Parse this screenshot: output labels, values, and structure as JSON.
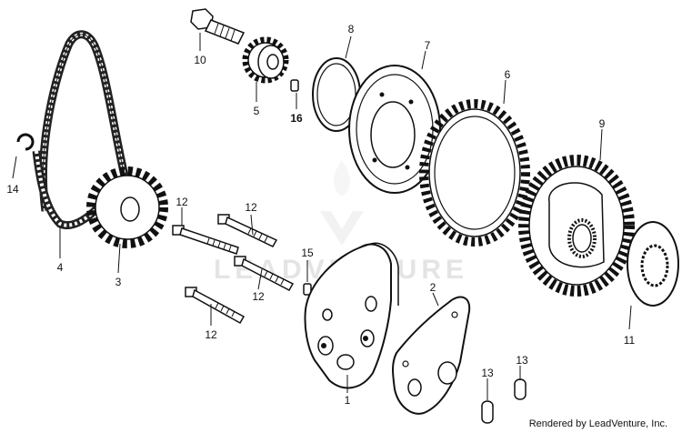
{
  "diagram": {
    "watermark": "LEADVENTURE",
    "credit": "Rendered by LeadVenture, Inc.",
    "callouts": {
      "p1": "1",
      "p2": "2",
      "p3": "3",
      "p4": "4",
      "p5": "5",
      "p6": "6",
      "p7": "7",
      "p8": "8",
      "p9": "9",
      "p10": "10",
      "p11": "11",
      "p12a": "12",
      "p12b": "12",
      "p12c": "12",
      "p12d": "12",
      "p13a": "13",
      "p13b": "13",
      "p14": "14",
      "p15": "15",
      "p16": "16"
    }
  }
}
